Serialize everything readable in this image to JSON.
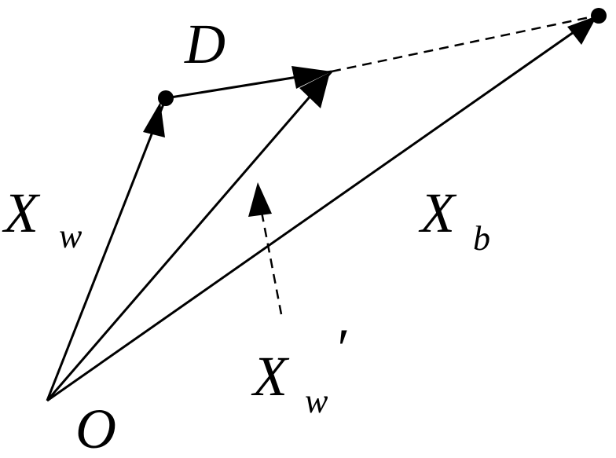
{
  "diagram": {
    "labels": {
      "D": "D",
      "O": "O",
      "Xw_main": "X",
      "Xw_sub": "w",
      "Xb_main": "X",
      "Xb_sub": "b",
      "Xwp_main": "X",
      "Xwp_sub": "w",
      "Xwp_prime": "′"
    },
    "colors": {
      "stroke": "#000000",
      "background": "#ffffff"
    }
  }
}
